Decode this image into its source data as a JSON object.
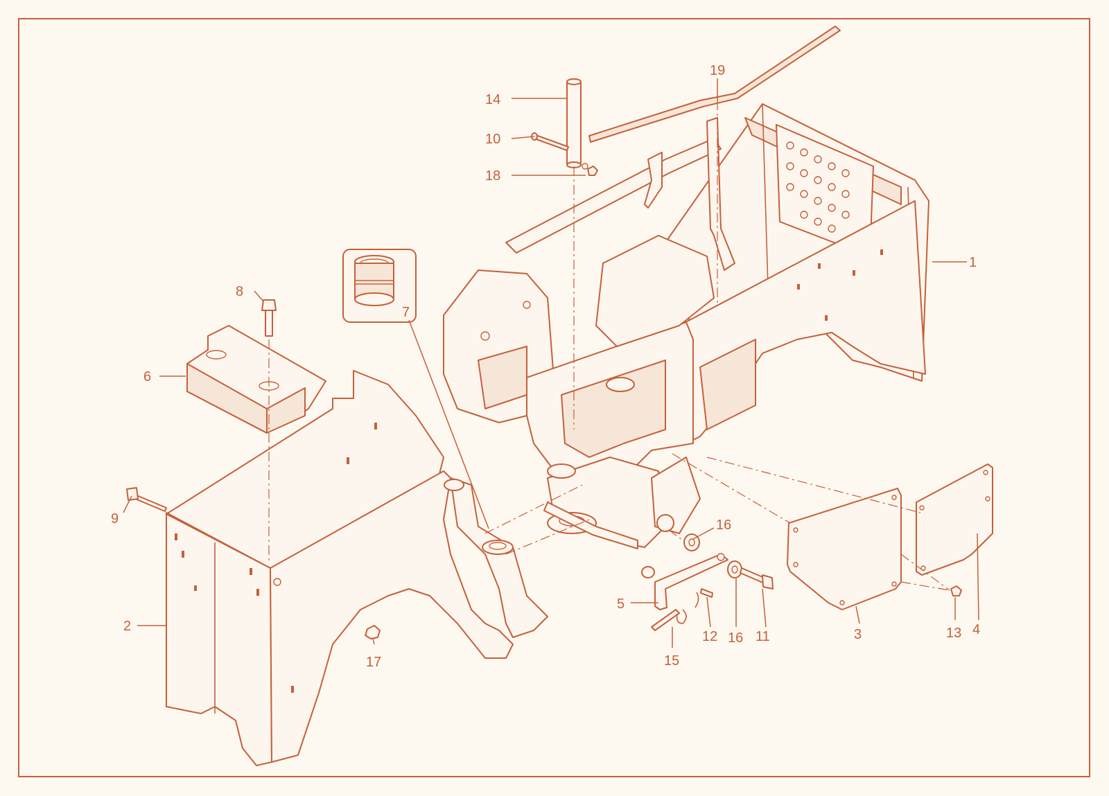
{
  "theme": {
    "line_color": "#c5603a",
    "background": "#fdf8f0"
  },
  "callouts": [
    {
      "id": "c1",
      "label": "1"
    },
    {
      "id": "c2",
      "label": "2"
    },
    {
      "id": "c3",
      "label": "3"
    },
    {
      "id": "c4",
      "label": "4"
    },
    {
      "id": "c5",
      "label": "5"
    },
    {
      "id": "c6",
      "label": "6"
    },
    {
      "id": "c7",
      "label": "7"
    },
    {
      "id": "c8",
      "label": "8"
    },
    {
      "id": "c9",
      "label": "9"
    },
    {
      "id": "c10",
      "label": "10"
    },
    {
      "id": "c11",
      "label": "11"
    },
    {
      "id": "c12",
      "label": "12"
    },
    {
      "id": "c13",
      "label": "13"
    },
    {
      "id": "c14",
      "label": "14"
    },
    {
      "id": "c15",
      "label": "15"
    },
    {
      "id": "c16a",
      "label": "16"
    },
    {
      "id": "c16b",
      "label": "16"
    },
    {
      "id": "c17",
      "label": "17"
    },
    {
      "id": "c18",
      "label": "18"
    },
    {
      "id": "c19",
      "label": "19"
    }
  ]
}
